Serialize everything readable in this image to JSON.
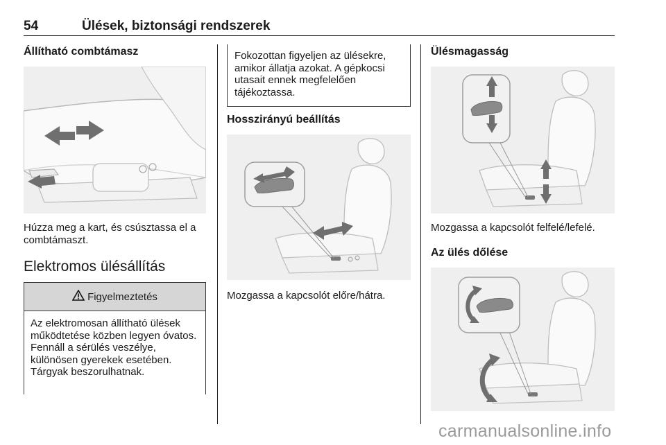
{
  "header": {
    "page_number": "54",
    "chapter_title": "Ülések, biztonsági rendszerek"
  },
  "left_column": {
    "section_title": "Állítható combtámasz",
    "figure_caption": "Húzza meg a kart, és csúsztassa el a combtámaszt.",
    "electric_title": "Elektromos ülésállítás",
    "warning": {
      "icon": "warning-triangle-icon",
      "title": "Figyelmeztetés",
      "text": "Az elektromosan állítható ülések működtetése közben legyen óvatos. Fennáll a sérülés veszélye, különösen gyerekek esetében. Tárgyak beszorulhatnak."
    }
  },
  "middle_column": {
    "note_text": "Fokozottan figyeljen az ülésekre, amikor állatja azokat. A gépkocsi utasait ennek megfelelően tájékoztassa.",
    "section_title": "Hosszirányú beállítás",
    "figure_caption": "Mozgassa a kapcsolót előre/hátra."
  },
  "right_column": {
    "section_title": "Ülésmagasság",
    "figure_caption": "Mozgassa a kapcsolót felfelé/lefelé.",
    "tilt_title": "Az ülés dőlése"
  },
  "watermark": "carmanualsonline.info",
  "colors": {
    "figure_background": "#efefef",
    "arrow_fill": "#6f6f6f",
    "warning_header": "#d6d6d6"
  }
}
